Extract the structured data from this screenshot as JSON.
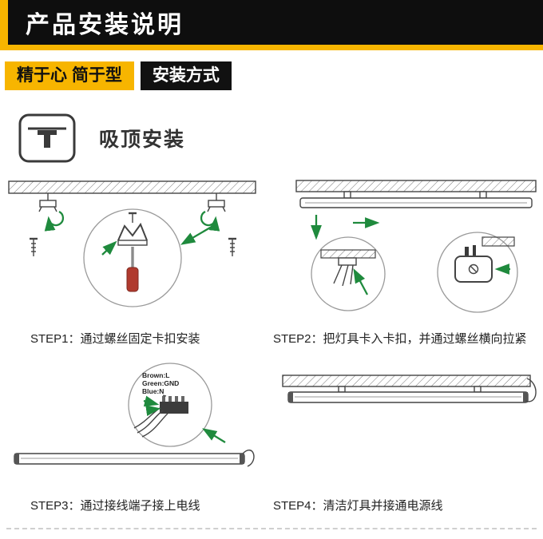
{
  "header": {
    "title": "产品安装说明"
  },
  "badges": {
    "slogan": "精于心 简于型",
    "section": "安装方式"
  },
  "mount": {
    "label": "吸顶安装"
  },
  "steps": [
    {
      "caption": "STEP1：通过螺丝固定卡扣安装"
    },
    {
      "caption": "STEP2：把灯具卡入卡扣，并通过螺丝横向拉紧"
    },
    {
      "caption": "STEP3：通过接线端子接上电线"
    },
    {
      "caption": "STEP4：清洁灯具并接通电源线"
    }
  ],
  "wire_labels": {
    "brown": "Brown:L",
    "green": "Green:GND",
    "blue": "Blue:N"
  },
  "icons": [
    "ceiling-clip-icon",
    "green-arrow-icon",
    "screwdriver-icon",
    "screw-icon",
    "magnifier-circle"
  ],
  "colors": {
    "accent_yellow": "#f7b500",
    "banner_black": "#0e0e0e",
    "arrow_green": "#1f8a3d",
    "screwdriver_red": "#b03a2e"
  }
}
